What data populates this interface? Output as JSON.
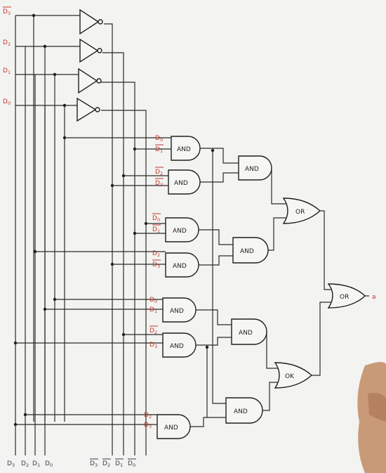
{
  "inputs": [
    {
      "name": "D",
      "sub": "3"
    },
    {
      "name": "D",
      "sub": "2"
    },
    {
      "name": "D",
      "sub": "1"
    },
    {
      "name": "D",
      "sub": "0"
    }
  ],
  "bottom_labels": {
    "true_lines": [
      {
        "name": "D",
        "sub": "3"
      },
      {
        "name": "D",
        "sub": "2"
      },
      {
        "name": "D",
        "sub": "1"
      },
      {
        "name": "D",
        "sub": "0"
      }
    ],
    "complement_lines": [
      {
        "name": "D",
        "sub": "3"
      },
      {
        "name": "D",
        "sub": "2"
      },
      {
        "name": "D",
        "sub": "1"
      },
      {
        "name": "D",
        "sub": "0"
      }
    ]
  },
  "gate_labels": {
    "and": "AND",
    "or_top": "OR",
    "or_final": "OR",
    "or_bottom": "OK"
  },
  "and_inputs": [
    {
      "a": {
        "name": "D",
        "sub": "0",
        "bar": false
      },
      "b": {
        "name": "D",
        "sub": "1",
        "bar": true
      }
    },
    {
      "a": {
        "name": "D",
        "sub": "2",
        "bar": true
      },
      "b": {
        "name": "D",
        "sub": "3",
        "bar": true
      }
    },
    {
      "a": {
        "name": "D",
        "sub": "0",
        "bar": true
      },
      "b": {
        "name": "D",
        "sub": "1",
        "bar": true
      }
    },
    {
      "a": {
        "name": "D",
        "sub": "2",
        "bar": false
      },
      "b": {
        "name": "D",
        "sub": "3",
        "bar": true
      }
    },
    {
      "a": {
        "name": "D",
        "sub": "0",
        "bar": false
      },
      "b": {
        "name": "D",
        "sub": "1",
        "bar": false
      }
    },
    {
      "a": {
        "name": "D",
        "sub": "2",
        "bar": true
      },
      "b": {
        "name": "D",
        "sub": "3",
        "bar": false
      }
    },
    {
      "a": {
        "name": "D",
        "sub": "2",
        "bar": false
      },
      "b": {
        "name": "D",
        "sub": "3",
        "bar": false
      }
    }
  ],
  "output": "a",
  "colors": {
    "ink": "#1f1f1f",
    "label_red": "#c0392b",
    "paper": "#f3f3f1"
  }
}
